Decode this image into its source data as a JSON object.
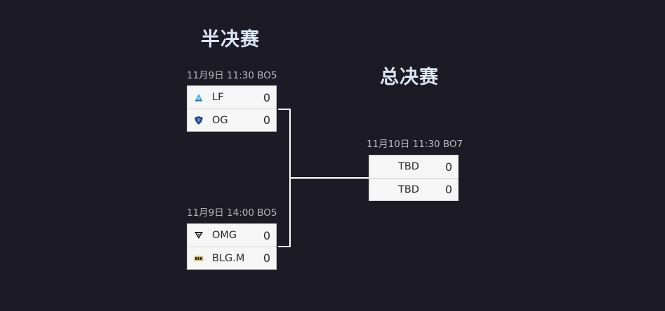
{
  "rounds": {
    "semifinal_title": "半决赛",
    "final_title": "总决赛"
  },
  "matches": [
    {
      "meta": "11月9日 11:30 BO5",
      "teams": [
        {
          "name": "LF",
          "score": "0",
          "logo": "lf-logo-icon"
        },
        {
          "name": "OG",
          "score": "0",
          "logo": "og-logo-icon"
        }
      ]
    },
    {
      "meta": "11月9日 14:00 BO5",
      "teams": [
        {
          "name": "OMG",
          "score": "0",
          "logo": "omg-logo-icon"
        },
        {
          "name": "BLG.M",
          "score": "0",
          "logo": "blg-logo-icon"
        }
      ]
    },
    {
      "meta": "11月10日 11:30 BO7",
      "teams": [
        {
          "name": "TBD",
          "score": "0"
        },
        {
          "name": "TBD",
          "score": "0"
        }
      ]
    }
  ],
  "colors": {
    "background": "#1c1a24",
    "title": "#dde6f5",
    "meta": "#b9b9c1",
    "card": "#f6f6f6",
    "connector": "#ffffff"
  }
}
